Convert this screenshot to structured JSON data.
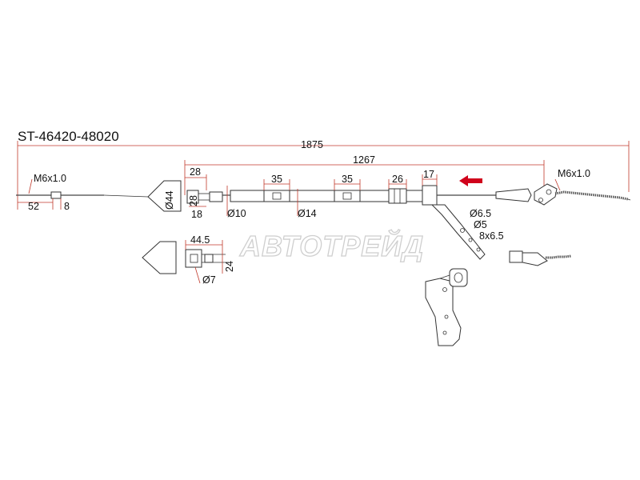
{
  "part_number": "ST-46420-48020",
  "watermark": "АВТОТРЕЙД",
  "dimensions": {
    "overall_length": "1875",
    "inner_length": "1267",
    "left_thread": "M6x1.0",
    "right_thread": "M6x1.0",
    "left_end_length": "52",
    "left_end_small": "8",
    "fitting_length": "28",
    "fitting_height": "28",
    "fitting_offset": "18",
    "boot_diameter": "Ø44",
    "cable_diameter": "Ø10",
    "sleeve_1": "35",
    "sleeve_2": "35",
    "sleeve_diameter": "Ø14",
    "grommet_length": "26",
    "bracket_width": "17",
    "hole_1": "Ø6.5",
    "hole_2": "Ø5",
    "slot": "8x6.5",
    "detail_length": "44.5",
    "detail_height": "24",
    "detail_hole": "Ø7"
  },
  "colors": {
    "dimension_line": "#c0392b",
    "arrow": "#d0021b",
    "part_outline": "#333333",
    "watermark": "#cfcfcf"
  }
}
